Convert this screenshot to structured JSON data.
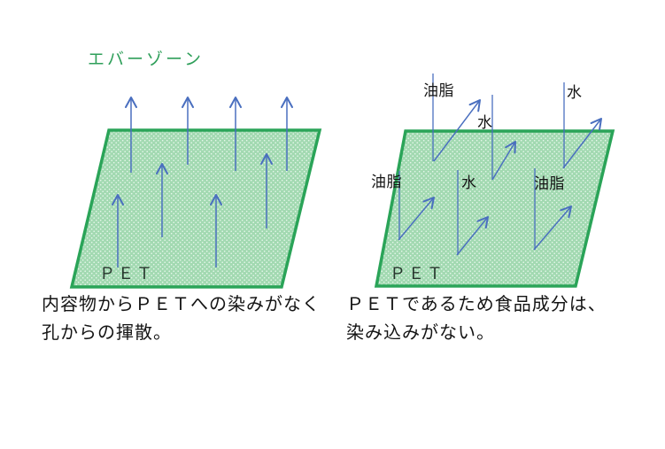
{
  "title": "エバーゾーン",
  "left_panel": {
    "surface_label": "ＰＥＴ",
    "caption": [
      "内容物からＰＥＴへの染みがなく",
      "孔からの揮散。"
    ]
  },
  "right_panel": {
    "surface_label": "ＰＥＴ",
    "labels": {
      "oil_top": "油脂",
      "water_upper": "水",
      "water_top_right": "水",
      "oil_left": "油脂",
      "water_middle": "水",
      "oil_right": "油脂"
    },
    "caption": [
      "ＰＥＴであるため食品成分は、",
      "染み込みがない。"
    ]
  },
  "colors": {
    "surface_border": "#2aa458",
    "surface_fill": "#a2d9b1",
    "surface_dot": "#e7f8ec",
    "arrow": "#4a6fbf",
    "title_text": "#2f9f5a",
    "body_text": "#141414"
  }
}
